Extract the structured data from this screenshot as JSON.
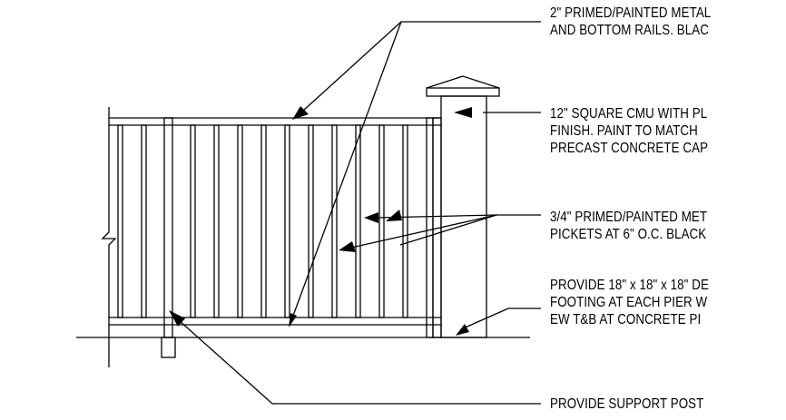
{
  "notes": {
    "top_rails": {
      "line1": "2\" PRIMED/PAINTED METAL",
      "line2": "AND BOTTOM RAILS. BLAC"
    },
    "cmu_pier": {
      "line1": "12\" SQUARE CMU WITH PL",
      "line2": "FINISH. PAINT TO MATCH",
      "line3": "PRECAST CONCRETE CAP"
    },
    "pickets": {
      "line1": "3/4\" PRIMED/PAINTED MET",
      "line2": "PICKETS AT 6\" O.C. BLACK"
    },
    "footing": {
      "line1": "PROVIDE 18\" x 18\" x 18\" DE",
      "line2": "FOOTING AT EACH PIER W",
      "line3": "EW T&B AT CONCRETE PI"
    },
    "support_post": {
      "line1": "PROVIDE SUPPORT POST"
    }
  }
}
